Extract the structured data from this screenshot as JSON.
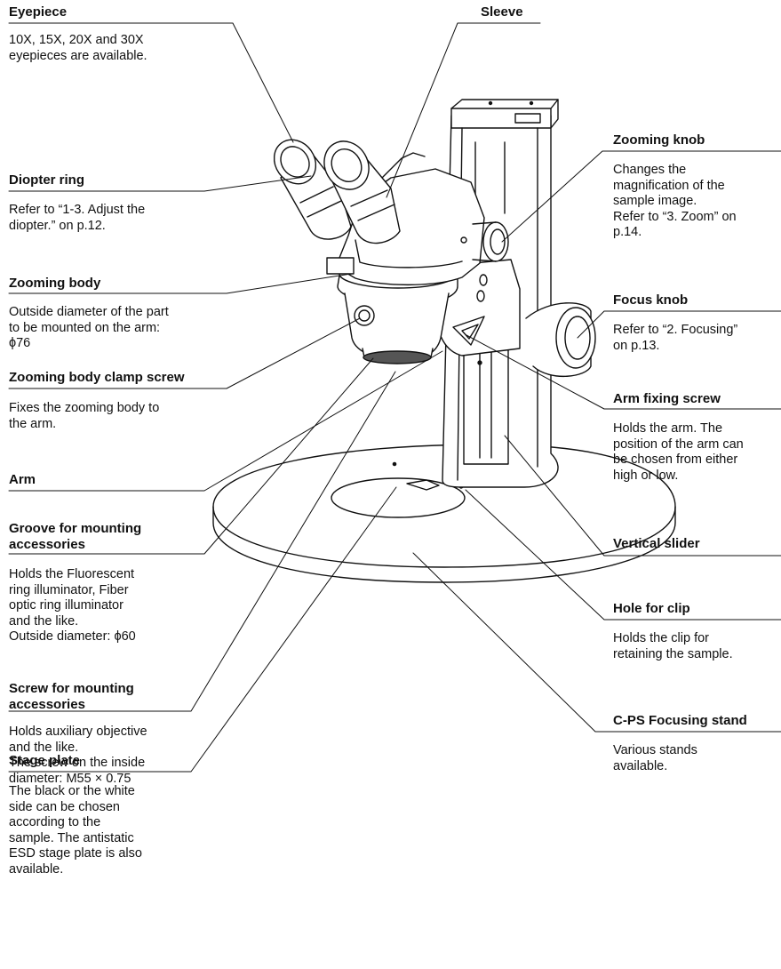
{
  "callouts": {
    "eyepiece": {
      "title": "Eyepiece",
      "desc": "10X, 15X, 20X and 30X\neyepieces are available."
    },
    "sleeve": {
      "title": "Sleeve"
    },
    "diopter_ring": {
      "title": "Diopter ring",
      "desc": "Refer to “1-3. Adjust the\ndiopter.” on p.12."
    },
    "zooming_body": {
      "title": "Zooming body",
      "desc": "Outside diameter of the part\nto be mounted on the arm:\nϕ76"
    },
    "zooming_body_clamp_screw": {
      "title": "Zooming body clamp screw",
      "desc": "Fixes the zooming body to\nthe arm."
    },
    "arm": {
      "title": "Arm"
    },
    "groove": {
      "title": "Groove for mounting\naccessories",
      "desc": "Holds the Fluorescent\nring illuminator, Fiber\noptic ring illuminator\nand the like.\nOutside diameter: ϕ60"
    },
    "screw_accessories": {
      "title": "Screw for mounting\naccessories",
      "desc": "Holds auxiliary objective\nand the like.\nThe screw on the inside\ndiameter:  M55 × 0.75"
    },
    "stage_plate": {
      "title": "Stage plate",
      "desc": "The black or the white\nside can be chosen\naccording to the\nsample.  The antistatic\nESD stage plate is also\navailable."
    },
    "zooming_knob": {
      "title": "Zooming knob",
      "desc": "Changes the\nmagnification of the\nsample image.\nRefer to “3. Zoom” on\np.14."
    },
    "focus_knob": {
      "title": "Focus knob",
      "desc": "Refer to “2. Focusing”\non p.13."
    },
    "arm_fixing_screw": {
      "title": "Arm fixing screw",
      "desc": "Holds the arm.  The\nposition of the arm can\nbe chosen from either\nhigh or low."
    },
    "vertical_slider": {
      "title": "Vertical slider"
    },
    "hole_for_clip": {
      "title": "Hole for clip",
      "desc": "Holds the clip for\nretaining the sample."
    },
    "cps_stand": {
      "title": "C-PS Focusing stand",
      "desc": "Various stands\navailable."
    }
  }
}
